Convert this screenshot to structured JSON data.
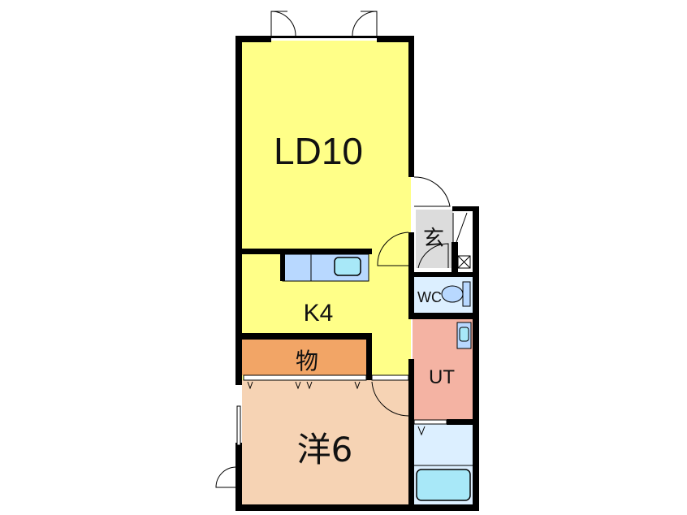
{
  "floor_plan": {
    "rooms": [
      {
        "id": "ld",
        "label": "LD10",
        "color": "#ffff88"
      },
      {
        "id": "k",
        "label": "K4",
        "color": "#ffff88"
      },
      {
        "id": "storage",
        "label": "物",
        "color": "#f2a566"
      },
      {
        "id": "western",
        "label": "洋6",
        "color": "#f6d3b4"
      },
      {
        "id": "entrance",
        "label": "玄",
        "color": "#dcdcdc"
      },
      {
        "id": "wc",
        "label": "WC",
        "color": "#dcefff"
      },
      {
        "id": "ut",
        "label": "UT",
        "color": "#f4b3a3"
      },
      {
        "id": "bath",
        "label": "",
        "color": "#dcefff"
      }
    ],
    "wall_color": "#000000",
    "fixture_color": "#a8e8f8"
  }
}
